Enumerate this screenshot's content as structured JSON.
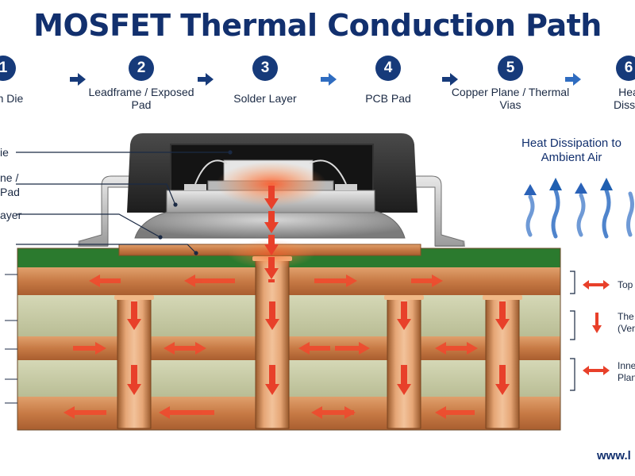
{
  "title": "MOSFET Thermal Conduction Path",
  "steps": [
    {
      "num": "1",
      "label": "icon Die"
    },
    {
      "num": "2",
      "label": "Leadframe / Exposed Pad"
    },
    {
      "num": "3",
      "label": "Solder Layer"
    },
    {
      "num": "4",
      "label": "PCB Pad"
    },
    {
      "num": "5",
      "label": "Copper Plane / Thermal Vias"
    },
    {
      "num": "6",
      "label": "Hea Dissip"
    }
  ],
  "side_labels": [
    "ie",
    "ne /",
    "Pad",
    "ayer"
  ],
  "heat_dissipation": "Heat Dissipation to Ambient Air",
  "legend": [
    {
      "icon": "double-arrow-icon",
      "label": "Top"
    },
    {
      "icon": "down-arrow-icon",
      "label": "The (Ver"
    },
    {
      "icon": "double-arrow-icon",
      "label": "Inne Plan"
    }
  ],
  "footer_url": "www.l",
  "colors": {
    "title": "#12306e",
    "copper": "#c77a45",
    "core": "#c7cba6",
    "solder_mask": "#2b7a2e",
    "heat_arrow": "#e8402a",
    "air_arrow": "#1f5fb0"
  }
}
